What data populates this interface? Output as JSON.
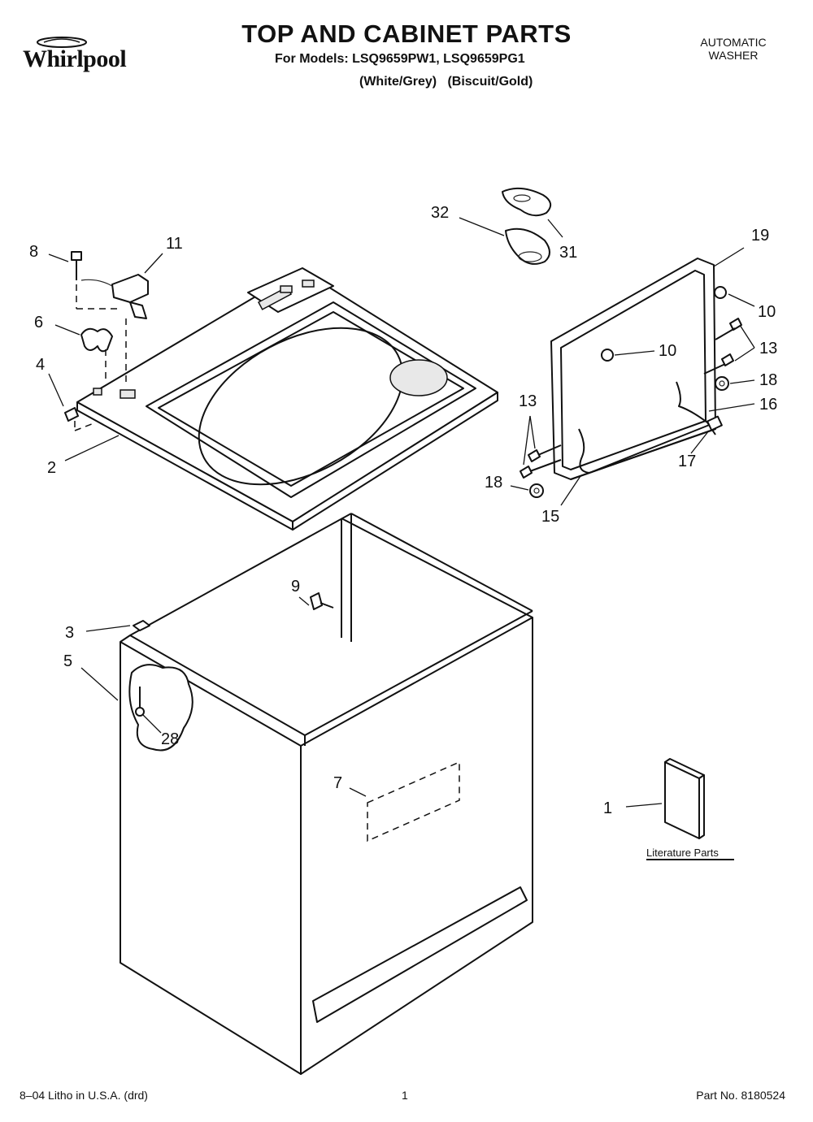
{
  "header": {
    "brand": "Whirlpool",
    "title": "TOP AND CABINET PARTS",
    "models": "For Models: LSQ9659PW1, LSQ9659PG1",
    "colors": "(White/Grey)   (Biscuit/Gold)",
    "appliance_line1": "AUTOMATIC",
    "appliance_line2": "WASHER"
  },
  "callouts": {
    "c1": "1",
    "c2": "2",
    "c3": "3",
    "c4": "4",
    "c5": "5",
    "c6": "6",
    "c7": "7",
    "c8": "8",
    "c9": "9",
    "c10a": "10",
    "c10b": "10",
    "c11": "11",
    "c13a": "13",
    "c13b": "13",
    "c15": "15",
    "c16": "16",
    "c17": "17",
    "c18a": "18",
    "c18b": "18",
    "c19": "19",
    "c28": "28",
    "c31": "31",
    "c32": "32"
  },
  "literature_label": "Literature Parts",
  "footer": {
    "litho": "8–04 Litho in U.S.A. (drd)",
    "page": "1",
    "part_no": "Part No. 8180524"
  }
}
